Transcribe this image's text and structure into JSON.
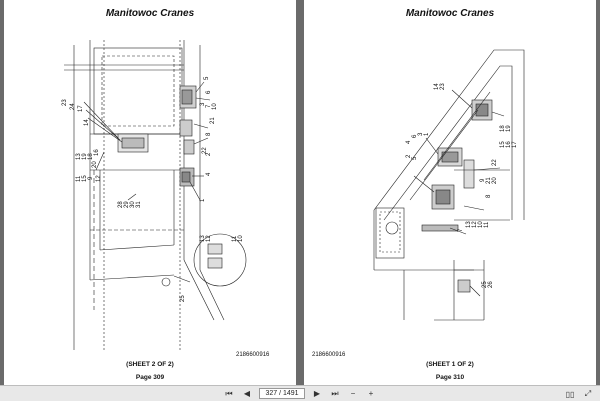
{
  "document": {
    "header_title": "Manitowoc Cranes"
  },
  "pages": {
    "left": {
      "header": "Manitowoc Cranes",
      "doc_number": "2186600916",
      "sheet": "(SHEET 2 OF 2)",
      "page_label": "Page 309",
      "callouts": [
        "23",
        "24",
        "17",
        "14",
        "5",
        "6",
        "3",
        "7",
        "10",
        "20",
        "13",
        "19",
        "18",
        "16",
        "21",
        "8",
        "4",
        "1",
        "2",
        "22",
        "11",
        "15",
        "9",
        "12",
        "28",
        "29",
        "30",
        "31",
        "25",
        "13",
        "12",
        "11",
        "10"
      ]
    },
    "right": {
      "header": "Manitowoc Cranes",
      "doc_number": "2186600916",
      "sheet": "(SHEET 1 OF 2)",
      "page_label": "Page 310",
      "callouts": [
        "14",
        "23",
        "4",
        "6",
        "3",
        "1",
        "2",
        "5",
        "15",
        "16",
        "17",
        "18",
        "19",
        "22",
        "21",
        "20",
        "9",
        "8",
        "7",
        "13",
        "12",
        "10",
        "11",
        "25",
        "26"
      ]
    }
  },
  "toolbar": {
    "page_indicator": "327 / 1491"
  }
}
